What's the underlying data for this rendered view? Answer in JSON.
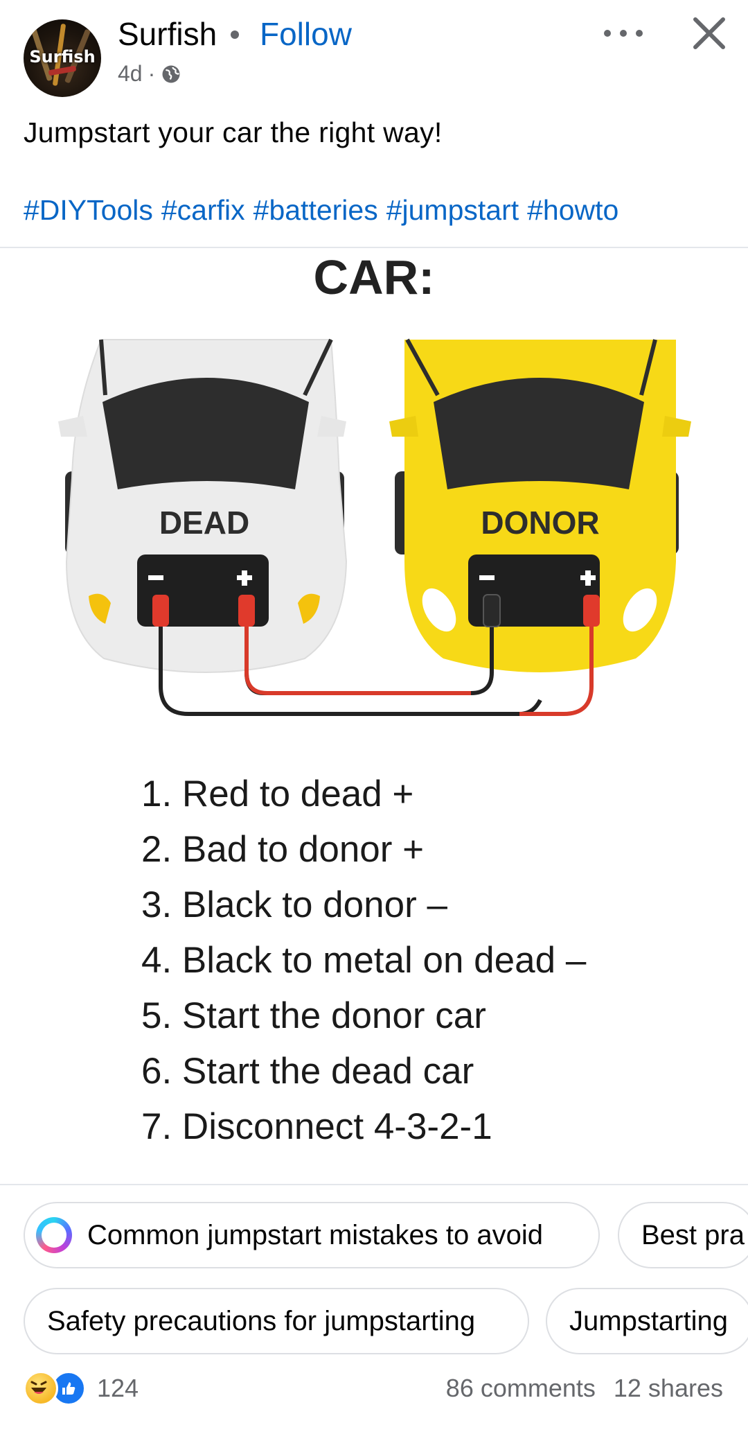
{
  "post": {
    "author": "Surfish",
    "avatar_text": "Surfish",
    "follow_label": "Follow",
    "age": "4d",
    "audience_icon": "globe-icon",
    "caption": "Jumpstart your car the right way!",
    "hashtags": [
      "#DIYTools",
      "#carfix",
      "#batteries",
      "#jumpstart",
      "#howto"
    ]
  },
  "image": {
    "title": "CAR:",
    "dead_label": "DEAD",
    "donor_label": "DONOR",
    "minus_symbol": "−",
    "plus_symbol": "+",
    "steps": [
      "1. Red to dead +",
      "2. Bad to donor +",
      "3. Black to donor –",
      "4. Black to metal on dead –",
      "5. Start the donor car",
      "6. Start the dead car",
      "7. Disconnect 4-3-2-1"
    ],
    "colors": {
      "dead_car": "#ececec",
      "donor_car": "#f7d917",
      "windshield": "#2d2d2d",
      "red_cable": "#d83a2a",
      "black_cable": "#222222"
    }
  },
  "related": {
    "row1": [
      "Common jumpstart mistakes to avoid",
      "Best pra"
    ],
    "row2": [
      "Safety precautions for jumpstarting",
      "Jumpstarting"
    ]
  },
  "footer": {
    "reaction_count": "124",
    "comments": "86 comments",
    "shares": "12 shares"
  }
}
